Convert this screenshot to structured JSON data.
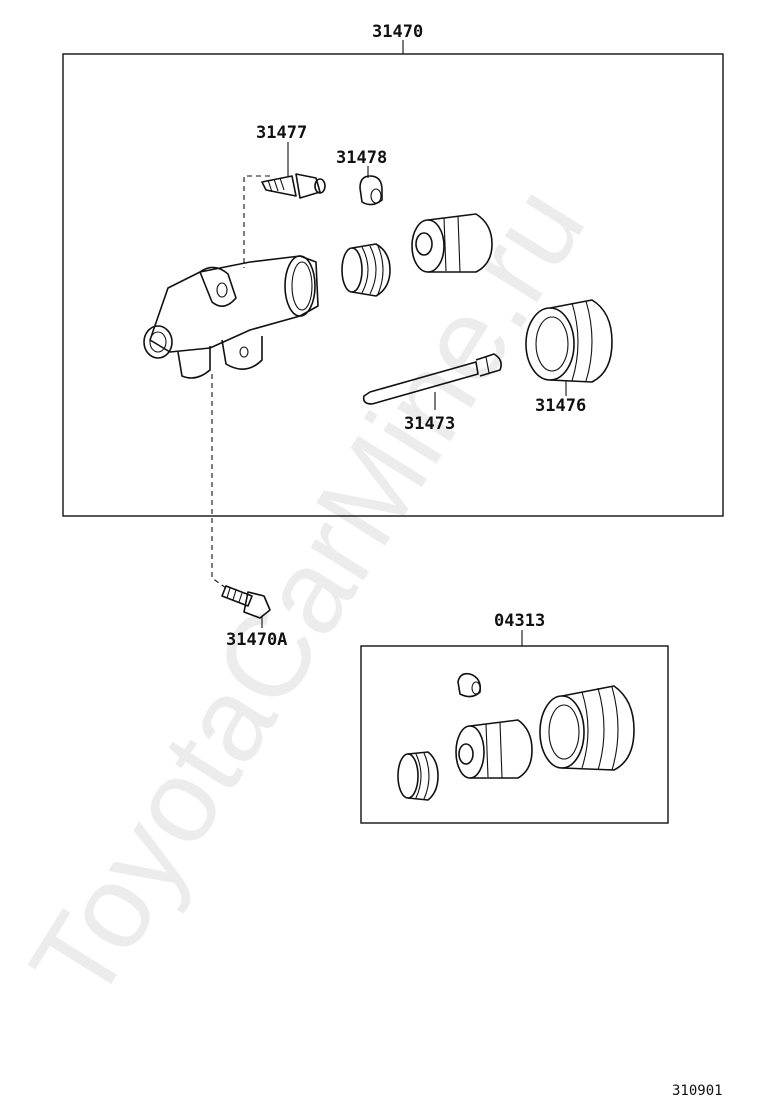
{
  "diagram": {
    "watermark": "ToyotaCarMine.ru",
    "figure_number": "310901",
    "labels": {
      "assembly": "31470",
      "bleeder_plug": "31477",
      "bleeder_cap": "31478",
      "push_rod": "31473",
      "boot": "31476",
      "bolt": "31470A",
      "repair_kit": "04313"
    }
  }
}
